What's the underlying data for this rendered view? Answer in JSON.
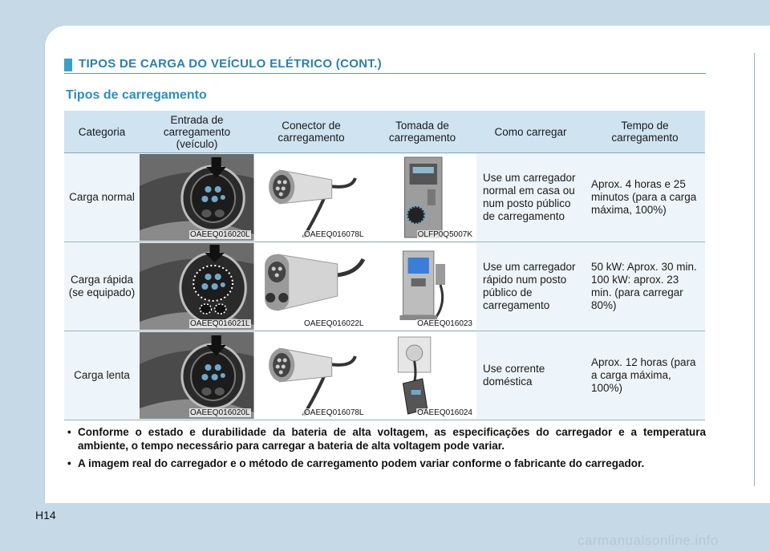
{
  "header": {
    "title": "TIPOS DE CARGA DO VEÍCULO ELÉTRICO (CONT.)"
  },
  "section_title": "Tipos de carregamento",
  "table": {
    "columns": [
      "Categoria",
      "Entrada de carregamento (veículo)",
      "Conector de carregamento",
      "Tomada de carregamento",
      "Como carregar",
      "Tempo de carregamento"
    ],
    "rows": [
      {
        "category": "Carga normal",
        "inlet_code": "OAEEQ016020L",
        "connector_code": "OAEEQ016078L",
        "socket_code": "OLFP0Q5007K",
        "how": "Use um carregador normal em casa ou num posto público de carregamento",
        "time": "Aprox. 4 horas e 25 minutos (para a carga máxima, 100%)"
      },
      {
        "category": "Carga rápida (se equipado)",
        "inlet_code": "OAEEQ016021L",
        "connector_code": "OAEEQ016022L",
        "socket_code": "OAEEQ016023",
        "how": "Use um carregador rápido num posto público de carregamento",
        "time": "50 kW: Aprox. 30 min. 100 kW: aprox. 23 min. (para carregar 80%)"
      },
      {
        "category": "Carga lenta",
        "inlet_code": "OAEEQ016020L",
        "connector_code": "OAEEQ016078L",
        "socket_code": "OAEEQ016024",
        "how": "Use corrente doméstica",
        "time": "Aprox. 12 horas (para a carga máxima, 100%)"
      }
    ]
  },
  "notes": [
    "Conforme o estado e durabilidade da bateria de alta voltagem, as especificações do carregador e a temperatura ambiente, o tempo necessário para carregar a bateria de alta voltagem pode variar.",
    "A imagem real do carregador e o método de carregamento podem variar conforme o fabricante do carregador."
  ],
  "page_number": "H14",
  "watermark": "carmanualsonline.info",
  "colors": {
    "accent": "#3aa0c9",
    "title": "#2b7fae",
    "header_fill": "#cfe3f1",
    "body_fill": "#eef5fa"
  }
}
